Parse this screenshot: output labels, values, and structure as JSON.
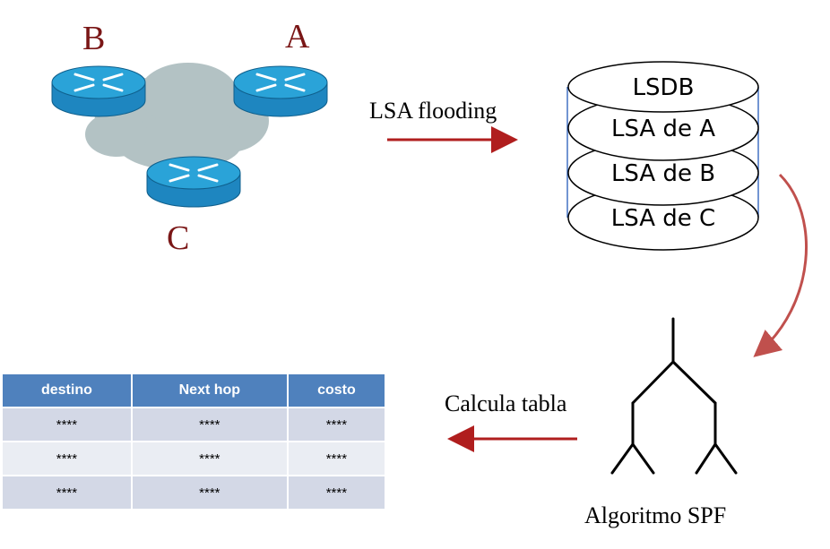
{
  "colors": {
    "router_body": "#1e86c0",
    "router_top": "#2aa3d8",
    "cloud": "#b3c2c4",
    "arrow": "#b01e1e",
    "label": "#7a1616",
    "table_header": "#4f81bd",
    "row_dark": "#d3d8e6",
    "row_light": "#eaedf3"
  },
  "routers": [
    {
      "label": "B",
      "icon": "router-icon"
    },
    {
      "label": "A",
      "icon": "router-icon"
    },
    {
      "label": "C",
      "icon": "router-icon"
    }
  ],
  "flooding_label": "LSA flooding",
  "lsdb": {
    "title": "LSDB",
    "entries": [
      "LSA de A",
      "LSA de B",
      "LSA de C"
    ]
  },
  "spf_label": "Algoritmo SPF",
  "calc_label": "Calcula tabla",
  "table": {
    "headers": [
      "destino",
      "Next hop",
      "costo"
    ],
    "rows": [
      [
        "****",
        "****",
        "****"
      ],
      [
        "****",
        "****",
        "****"
      ],
      [
        "****",
        "****",
        "****"
      ]
    ]
  }
}
